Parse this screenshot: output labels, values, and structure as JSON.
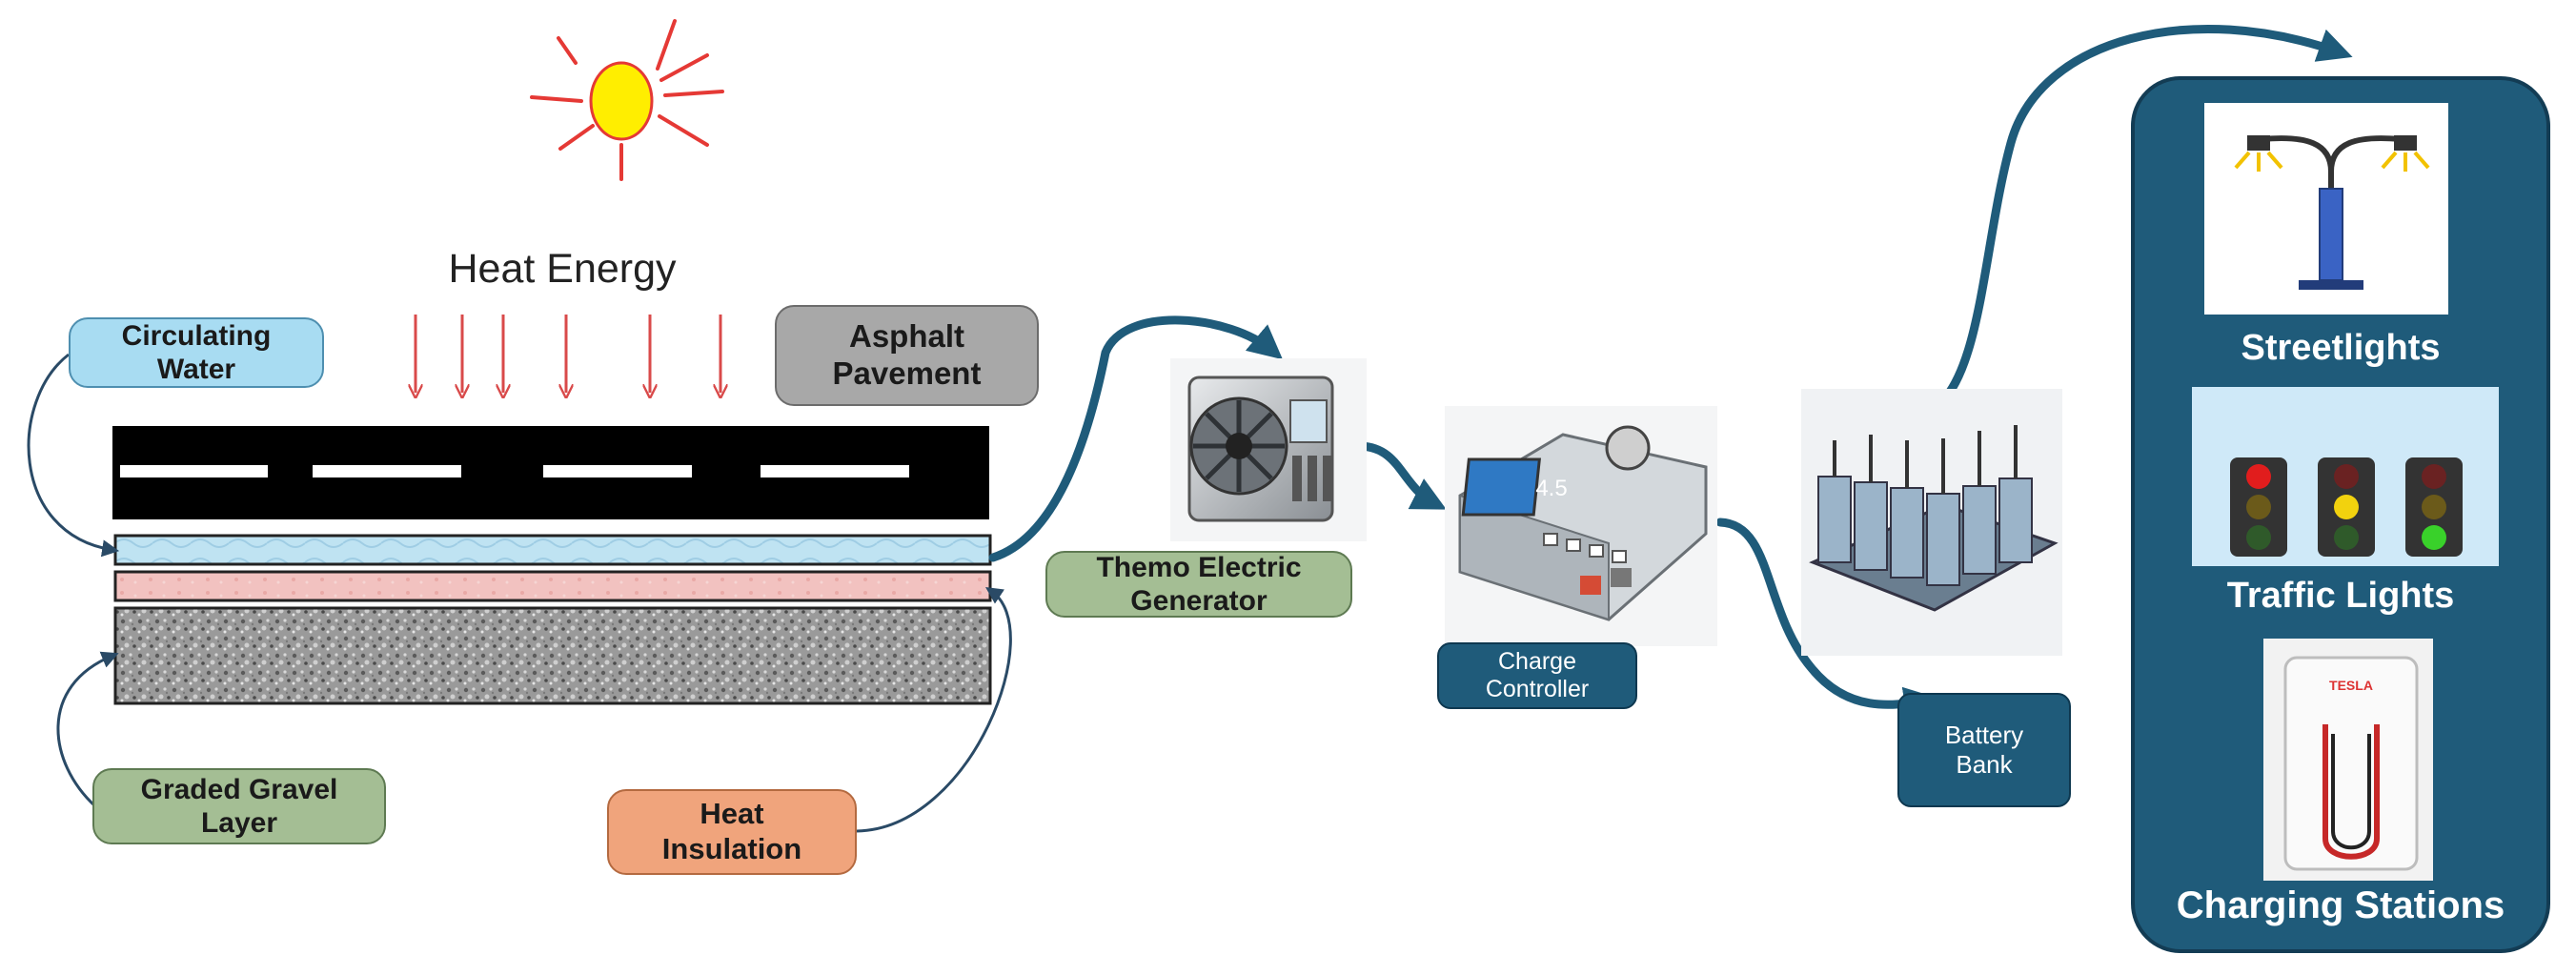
{
  "labels": {
    "heat_energy": "Heat Energy",
    "circulating_water": "Circulating\nWater",
    "asphalt_pavement": "Asphalt\nPavement",
    "teg": "Themo Electric\nGenerator",
    "graded_gravel": "Graded Gravel\nLayer",
    "heat_insulation": "Heat\nInsulation",
    "charge_controller": "Charge\nController",
    "battery_bank": "Battery\nBank"
  },
  "controller_display": "4.5",
  "charger_brand": "TESLA",
  "applications": {
    "streetlights": "Streetlights",
    "traffic_lights": "Traffic Lights",
    "charging_stations": "Charging Stations"
  },
  "colors": {
    "panel": "#1f5b7a",
    "arrow": "#1f5b7a",
    "heat_arrow": "#d94a4a",
    "sun": "#ffee00",
    "sun_rays": "#e53935",
    "water_layer": "#bfe3f2",
    "insulation_layer": "#f2c2c0",
    "road": "#000000"
  }
}
